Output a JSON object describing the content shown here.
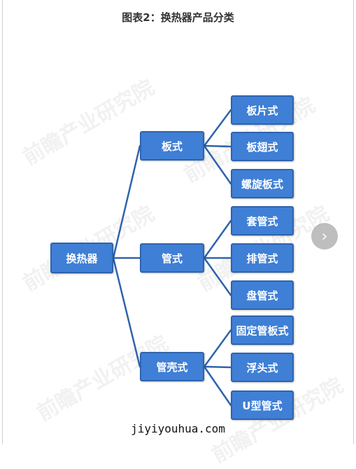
{
  "title": "图表2：换热器产品分类",
  "root": "换热器",
  "branches": [
    {
      "label": "板式",
      "children": [
        "板片式",
        "板翅式",
        "螺旋板式"
      ]
    },
    {
      "label": "管式",
      "children": [
        "套管式",
        "排管式",
        "盘管式"
      ]
    },
    {
      "label": "管壳式",
      "children": [
        "固定管板式",
        "浮头式",
        "U型管式"
      ]
    }
  ],
  "watermark": "前瞻产业研究院",
  "footer": "jiyiyouhua.com",
  "nav_icon": "chevron-right-icon",
  "colors": {
    "node": "#3f7fd6",
    "node_border": "#2f63ad",
    "line": "#2f63ad"
  }
}
